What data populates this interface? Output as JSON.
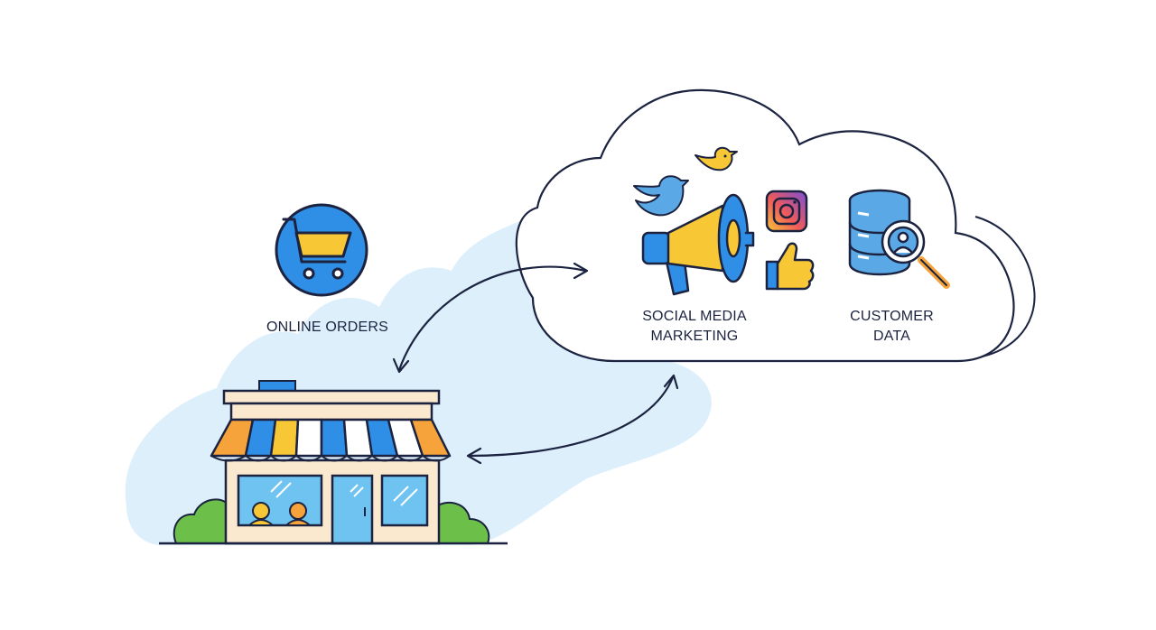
{
  "labels": {
    "online_orders": "ONLINE ORDERS",
    "social_media_line1": "SOCIAL MEDIA",
    "social_media_line2": "MARKETING",
    "customer_data_line1": "CUSTOMER",
    "customer_data_line2": "DATA"
  },
  "icons": {
    "shopping_cart": "shopping-cart-icon",
    "storefront": "storefront-icon",
    "megaphone": "megaphone-icon",
    "twitter_bird": "twitter-bird-icon",
    "small_bird": "bird-icon",
    "instagram": "instagram-icon",
    "thumbs_up": "thumbs-up-icon",
    "database": "database-icon",
    "magnifier_user": "user-search-icon"
  },
  "colors": {
    "outline": "#1c2340",
    "blue": "#2f8ee5",
    "light_blue": "#d9eefb",
    "yellow": "#f7c736",
    "orange": "#f5a33a",
    "green": "#6cc04a",
    "cream": "#fbe9cf"
  }
}
